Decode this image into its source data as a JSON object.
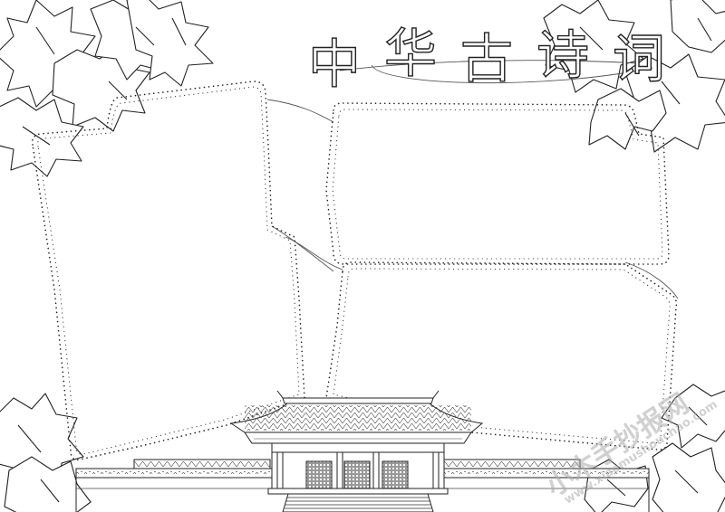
{
  "title": {
    "text": "中华古诗词",
    "glyphs": [
      "中",
      "华",
      "古",
      "诗",
      "词"
    ]
  },
  "watermark": {
    "brand": "小木手抄报网",
    "url": "www.xiaomushouchao.com"
  },
  "colors": {
    "line": "#222222",
    "paper": "#ffffff",
    "watermark": "#aaaaaa"
  }
}
